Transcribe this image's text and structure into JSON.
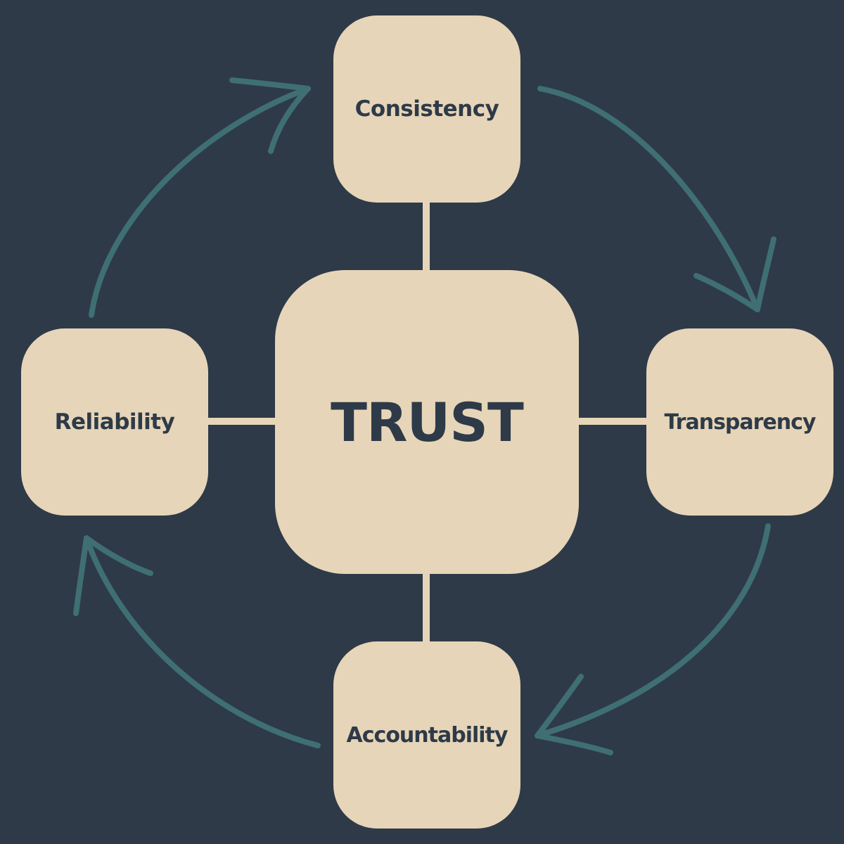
{
  "diagram": {
    "center": {
      "label": "TRUST"
    },
    "nodes": {
      "top": {
        "label": "Consistency"
      },
      "right": {
        "label": "Transparency"
      },
      "bottom": {
        "label": "Accountability"
      },
      "left": {
        "label": "Reliability"
      }
    },
    "cycle_order": [
      "Consistency",
      "Transparency",
      "Accountability",
      "Reliability"
    ],
    "colors": {
      "background": "#2e3a48",
      "box_fill": "#e6d5b8",
      "text": "#2e3a48",
      "arrow": "#3f6f72"
    }
  }
}
